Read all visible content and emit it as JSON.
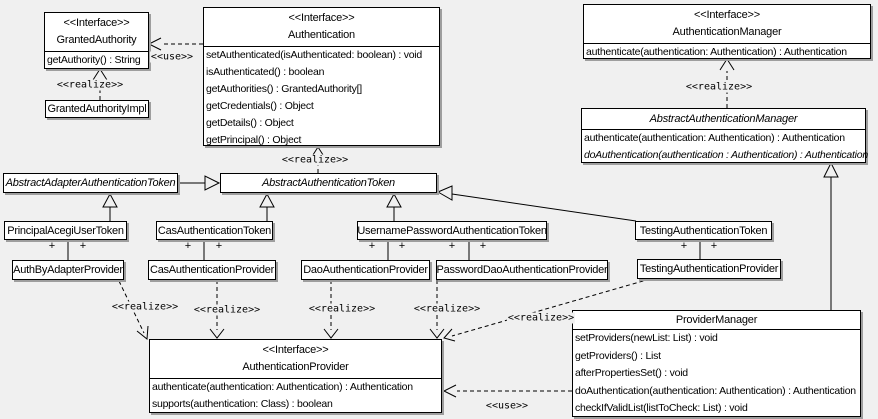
{
  "classes": {
    "granted_authority": {
      "stereotype": "<<Interface>>",
      "name": "GrantedAuthority",
      "methods": [
        "getAuthority() : String"
      ]
    },
    "granted_authority_impl": {
      "name": "GrantedAuthorityImpl"
    },
    "authentication": {
      "stereotype": "<<Interface>>",
      "name": "Authentication",
      "methods": [
        "setAuthenticated(isAuthenticated: boolean) : void",
        "isAuthenticated() : boolean",
        "getAuthorities() : GrantedAuthority[]",
        "getCredentials() : Object",
        "getDetails() : Object",
        "getPrincipal() : Object"
      ]
    },
    "authentication_manager": {
      "stereotype": "<<Interface>>",
      "name": "AuthenticationManager",
      "methods": [
        "authenticate(authentication: Authentication) : Authentication"
      ]
    },
    "abstract_authentication_manager": {
      "name": "AbstractAuthenticationManager",
      "methods": [
        "authenticate(authentication: Authentication) : Authentication",
        "doAuthentication(authentication : Authentication) : Authentication"
      ]
    },
    "abstract_adapter_authentication_token": {
      "name": "AbstractAdapterAuthenticationToken"
    },
    "abstract_authentication_token": {
      "name": "AbstractAuthenticationToken"
    },
    "principal_acegi_user_token": {
      "name": "PrincipalAcegiUserToken"
    },
    "cas_authentication_token": {
      "name": "CasAuthenticationToken"
    },
    "username_password_authentication_token": {
      "name": "UsernamePasswordAuthenticationToken"
    },
    "testing_authentication_token": {
      "name": "TestingAuthenticationToken"
    },
    "auth_by_adapter_provider": {
      "name": "AuthByAdapterProvider"
    },
    "cas_authentication_provider": {
      "name": "CasAuthenticationProvider"
    },
    "dao_authentication_provider": {
      "name": "DaoAuthenticationProvider"
    },
    "password_dao_authentication_provider": {
      "name": "PasswordDaoAuthenticationProvider"
    },
    "testing_authentication_provider": {
      "name": "TestingAuthenticationProvider"
    },
    "authentication_provider": {
      "stereotype": "<<Interface>>",
      "name": "AuthenticationProvider",
      "methods": [
        "authenticate(authentication: Authentication) : Authentication",
        "supports(authentication: Class) : boolean"
      ]
    },
    "provider_manager": {
      "name": "ProviderManager",
      "methods": [
        "setProviders(newList: List) : void",
        "getProviders() : List",
        "afterPropertiesSet() : void",
        "doAuthentication(authentication: Authentication) : Authentication",
        "checkIfValidList(listToCheck: List) : void"
      ]
    }
  },
  "edge_labels": {
    "use": "<<use>>",
    "realize": "<<realize>>",
    "plus": "+"
  },
  "colors": {
    "background": "#f0f0f0",
    "node_fill": "#ffffff",
    "node_border": "#000000",
    "node_shadow": "#9e9e9e"
  }
}
